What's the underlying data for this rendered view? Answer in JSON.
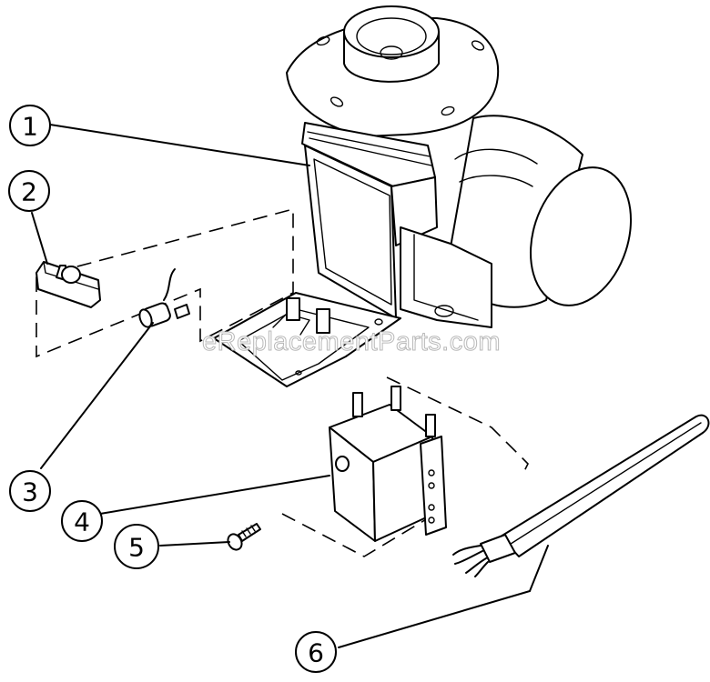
{
  "watermark": "eReplacementParts.com",
  "callouts": [
    {
      "id": "1",
      "label": "1"
    },
    {
      "id": "2",
      "label": "2"
    },
    {
      "id": "3",
      "label": "3"
    },
    {
      "id": "4",
      "label": "4"
    },
    {
      "id": "5",
      "label": "5"
    },
    {
      "id": "6",
      "label": "6"
    }
  ]
}
